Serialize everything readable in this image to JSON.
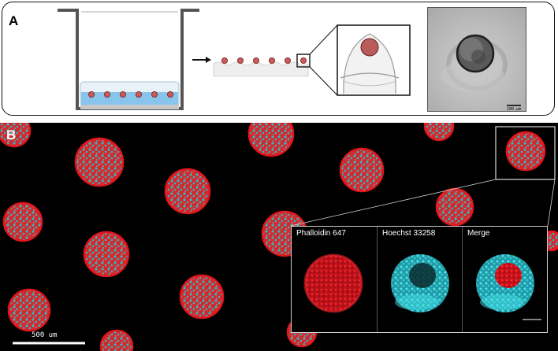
{
  "panel_a": {
    "label": "A",
    "micrograph_scale_text": "100 μm"
  },
  "panel_b": {
    "label": "B",
    "scale_text": "500 um",
    "inset": {
      "channels": [
        {
          "label": "Phalloidin 647"
        },
        {
          "label": "Hoechst 33258"
        },
        {
          "label": "Merge"
        }
      ]
    }
  },
  "colors": {
    "phalloidin": "#e0161c",
    "hoechst": "#29c0c8",
    "background": "#000000",
    "medium": "#9fd0ee"
  }
}
